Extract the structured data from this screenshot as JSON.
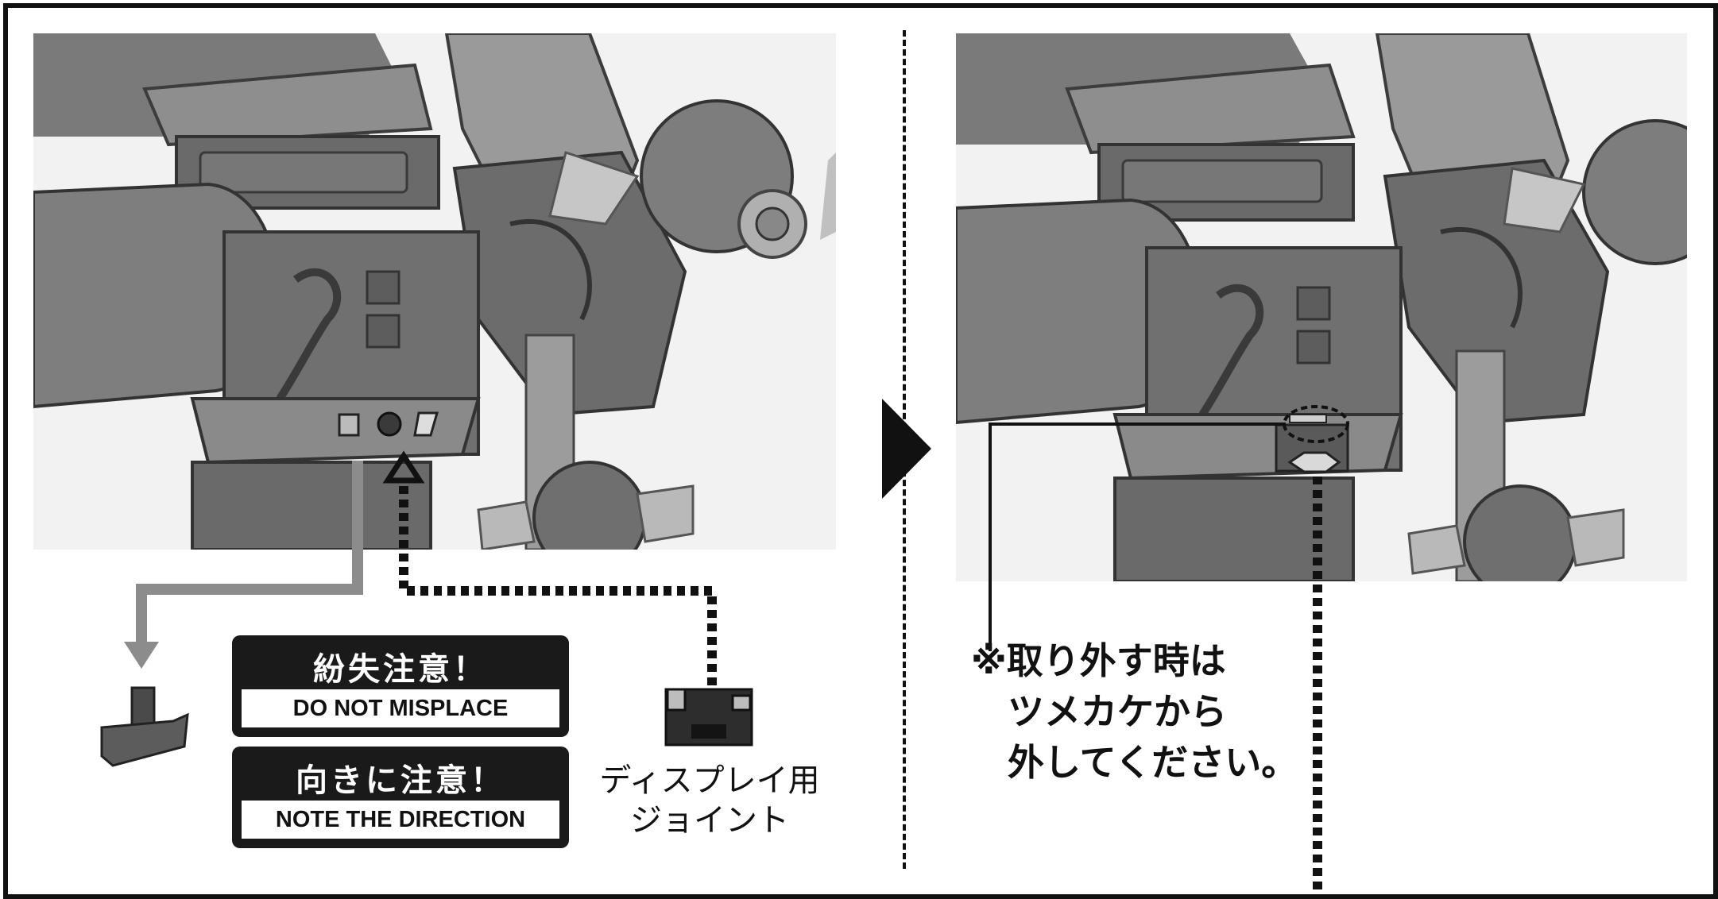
{
  "labels": {
    "misplace_jp": "紛失注意！",
    "misplace_en": "DO NOT MISPLACE",
    "direction_jp": "向きに注意！",
    "direction_en": "NOTE THE DIRECTION"
  },
  "display_joint": {
    "line1": "ディスプレイ用",
    "line2": "ジョイント"
  },
  "note": {
    "line1": "※取り外す時は",
    "line2": "ツメカケから",
    "line3": "外してください。"
  },
  "colors": {
    "border": "#111111",
    "label_bg": "#1a1a1a",
    "gray_arrow": "#8c8c8c",
    "model_dark": "#6e6e6e",
    "model_mid": "#8a8a8a",
    "model_light": "#b8b8b8"
  },
  "icons": {
    "step_arrow": "right-pointing-triangle",
    "loss_arrow": "gray-down-arrow",
    "insert_arrow": "dotted-up-arrow"
  }
}
